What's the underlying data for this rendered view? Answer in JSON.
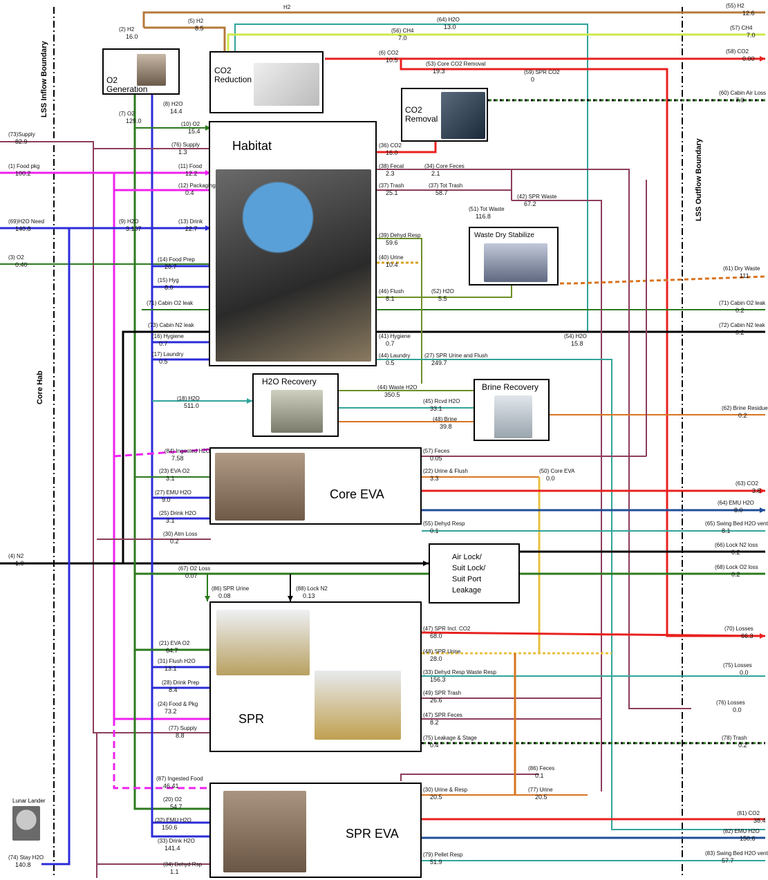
{
  "boundaries": {
    "inflow": "LSS Inflow Boundary",
    "outflow": "LSS Outflow Boundary",
    "core_hab": "Core Hab"
  },
  "nodes": {
    "o2_generation": "O2 Generation",
    "co2_reduction": "CO2 Reduction",
    "co2_removal": "CO2 Removal",
    "habitat": "Habitat",
    "waste_dry": "Waste Dry Stabilize",
    "h2o_recovery": "H2O Recovery",
    "brine_recovery": "Brine Recovery",
    "core_eva": "Core EVA",
    "airlock": [
      "Air Lock/",
      "Suit Lock/",
      "Suit Port",
      "Leakage"
    ],
    "spr": "SPR",
    "spr_eva": "SPR EVA",
    "lunar_lander": "Lunar Lander"
  },
  "colors": {
    "h2": "#b5793a",
    "h2o_clean": "#2fa39a",
    "co2": "#e8211f",
    "o2": "#2b7a1e",
    "water": "#2b2bd9",
    "food": "#ee22ee",
    "waste": "#8c3c5c",
    "n2": "#000000",
    "brine": "#d9731f",
    "feces": "#6b8e23",
    "lime": "#cde94a"
  },
  "inflow_labels": [
    {
      "label": "(73)Supply",
      "value": "82.9"
    },
    {
      "label": "(1) Food pkg",
      "value": "100.2"
    },
    {
      "label": "(69)H2O Need",
      "value": "140.8"
    },
    {
      "label": "(3) O2",
      "value": "0.40"
    },
    {
      "label": "(4) N2",
      "value": "1.0"
    },
    {
      "label": "(74) Stay H2O",
      "value": "140.8"
    }
  ],
  "outflow_labels": [
    {
      "label": "(55) H2",
      "value": "12.6"
    },
    {
      "label": "(57) CH4",
      "value": "7.0"
    },
    {
      "label": "(58) CO2",
      "value": "0.00"
    },
    {
      "label": "(60) Cabin Air Loss",
      "value": "7.0"
    },
    {
      "label": "(61) Dry Waste",
      "value": "111"
    },
    {
      "label": "(71) Cabin O2 leak",
      "value": "0.2"
    },
    {
      "label": "(72) Cabin N2 leak",
      "value": "0.2"
    },
    {
      "label": "(62) Brine Residue",
      "value": "0.2"
    },
    {
      "label": "(63) CO2",
      "value": "3.8"
    },
    {
      "label": "(64) EMU H2O",
      "value": "8.0"
    },
    {
      "label": "(65) Swing Bed H2O vent",
      "value": "8.1"
    },
    {
      "label": "(66) Lock N2 loss",
      "value": "0.2"
    },
    {
      "label": "(68) Lock O2 loss",
      "value": "0.2"
    },
    {
      "label": "(70) Losses",
      "value": "66.3"
    },
    {
      "label": "(75) Losses",
      "value": "0.0"
    },
    {
      "label": "(76) Losses",
      "value": "0.0"
    },
    {
      "label": "(78) Trash",
      "value": "0.2"
    },
    {
      "label": "(81) CO2",
      "value": "38.4"
    },
    {
      "label": "(82) EMU H2O",
      "value": "150.6"
    },
    {
      "label": "(83) Swing Bed H2O vent",
      "value": "57.7"
    }
  ],
  "internal_labels": [
    {
      "label": "H2",
      "value": ""
    },
    {
      "label": "(64) H2O",
      "value": "13.0"
    },
    {
      "label": "(2) H2",
      "value": "16.0"
    },
    {
      "label": "(5) H2",
      "value": "8.5"
    },
    {
      "label": "(56) CH4",
      "value": "7.0"
    },
    {
      "label": "(6) CO2",
      "value": "10.5"
    },
    {
      "label": "(53) Core CO2 Removal",
      "value": "19.3"
    },
    {
      "label": "(59) SPR CO2",
      "value": "0"
    },
    {
      "label": "(7) O2",
      "value": "129.0"
    },
    {
      "label": "(8) H2O",
      "value": "14.4"
    },
    {
      "label": "(10) O2",
      "value": "15.4"
    },
    {
      "label": "(76) Supply",
      "value": "1.3"
    },
    {
      "label": "(11) Food",
      "value": "12.2"
    },
    {
      "label": "(12) Packaging",
      "value": "0.4"
    },
    {
      "label": "(9) H2O",
      "value": "3.107"
    },
    {
      "label": "(13) Drink",
      "value": "22.7"
    },
    {
      "label": "(14) Food Prep",
      "value": "20.7"
    },
    {
      "label": "(15) Hyg",
      "value": "8.0"
    },
    {
      "label": "(71) Cabin O2 leak",
      "value": ""
    },
    {
      "label": "(73) Cabin N2 leak",
      "value": ""
    },
    {
      "label": "(16) Hygiene",
      "value": "0.7"
    },
    {
      "label": "(17) Laundry",
      "value": "0.5"
    },
    {
      "label": "(36) CO2",
      "value": "16.0"
    },
    {
      "label": "(38) Fecal",
      "value": "2.3"
    },
    {
      "label": "(37) Trash",
      "value": "25.1"
    },
    {
      "label": "(34) Core Feces",
      "value": "2.1"
    },
    {
      "label": "(37) Tot Trash",
      "value": "58.7"
    },
    {
      "label": "(42) SPR Waste",
      "value": "67.2"
    },
    {
      "label": "(51) Tot Waste",
      "value": "116.8"
    },
    {
      "label": "(39) Dehyd Resp",
      "value": "59.6"
    },
    {
      "label": "(40) Urine",
      "value": "10.4"
    },
    {
      "label": "(46) Flush",
      "value": "8.1"
    },
    {
      "label": "(52) H2O",
      "value": "5.5"
    },
    {
      "label": "(41) Hygiene",
      "value": "0.7"
    },
    {
      "label": "(54) H2O",
      "value": "15.8"
    },
    {
      "label": "(44) Laundry",
      "value": "0.5"
    },
    {
      "label": "(27) SPR Urine and Flush",
      "value": "249.7"
    },
    {
      "label": "(18) H2O",
      "value": "511.0"
    },
    {
      "label": "(44) Waste H2O",
      "value": "350.5"
    },
    {
      "label": "(45) Rcvd H2O",
      "value": "33.1"
    },
    {
      "label": "(48) Brine",
      "value": "39.8"
    },
    {
      "label": "(84) Ingested H2O",
      "value": "7.58"
    },
    {
      "label": "(23) EVA O2",
      "value": "3.1"
    },
    {
      "label": "(57) Feces",
      "value": "0.05"
    },
    {
      "label": "(22) Urine & Flush",
      "value": "3.3"
    },
    {
      "label": "(50) Core EVA",
      "value": "0.0"
    },
    {
      "label": "(27) EMU H2O",
      "value": "9.0"
    },
    {
      "label": "(25) Drink H2O",
      "value": "3.1"
    },
    {
      "label": "(30) Atm Loss",
      "value": "0.2"
    },
    {
      "label": "(55) Dehyd Resp",
      "value": "0.1"
    },
    {
      "label": "(67) O2 Loss",
      "value": "0.07"
    },
    {
      "label": "(86) SPR Urine",
      "value": "0.08"
    },
    {
      "label": "(88) Lock N2",
      "value": "0.13"
    },
    {
      "label": "(21) EVA O2",
      "value": "64.7"
    },
    {
      "label": "(31) Flush H2O",
      "value": "13.1"
    },
    {
      "label": "(28) Drink Prep",
      "value": "8.4"
    },
    {
      "label": "(24) Food & Pkg",
      "value": "73.2"
    },
    {
      "label": "(77) Supply",
      "value": "8.8"
    },
    {
      "label": "(47) SPR Incl. CO2",
      "value": "68.0"
    },
    {
      "label": "(48) SPR Urine",
      "value": "28.0"
    },
    {
      "label": "(33) Dehyd Resp Waste Resp",
      "value": "156.3"
    },
    {
      "label": "(49) SPR Trash",
      "value": "26.6"
    },
    {
      "label": "(47) SPR Feces",
      "value": "8.2"
    },
    {
      "label": "(75) Leakage & Stage",
      "value": "0.4"
    },
    {
      "label": "(86) Feces",
      "value": "0.1"
    },
    {
      "label": "(87) Ingested Food",
      "value": "46.41"
    },
    {
      "label": "(20) O2",
      "value": "54.7"
    },
    {
      "label": "(32) EMU H2O",
      "value": "150.6"
    },
    {
      "label": "(33) Drink H2O",
      "value": "141.4"
    },
    {
      "label": "(30) Urine & Resp",
      "value": "20.5"
    },
    {
      "label": "(77) Urine",
      "value": "20.5"
    },
    {
      "label": "(34) Dehyd Rsp",
      "value": "1.1"
    },
    {
      "label": "(79) Pellet Resp",
      "value": "51.9"
    }
  ]
}
